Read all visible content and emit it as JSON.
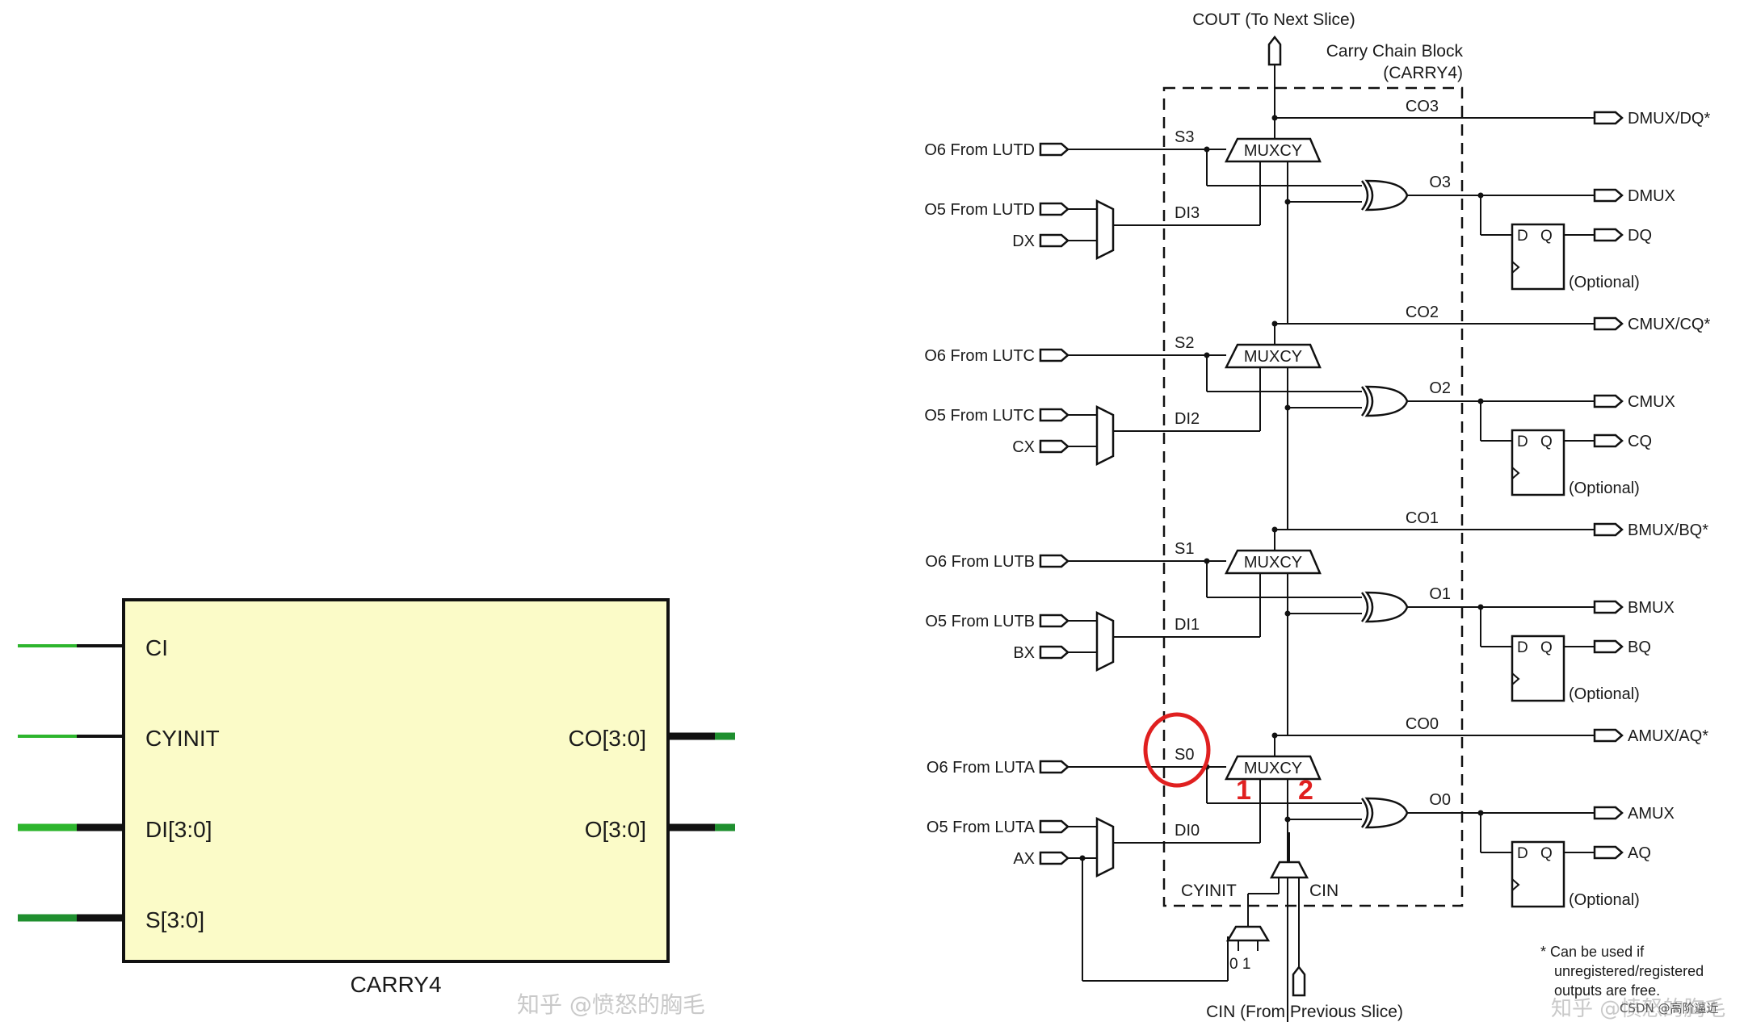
{
  "carry4_block": {
    "title": "CARRY4",
    "inputs": [
      "CI",
      "CYINIT",
      "DI[3:0]",
      "S[3:0]"
    ],
    "outputs": [
      "CO[3:0]",
      "O[3:0]"
    ],
    "fill_color": "#fbfbc8",
    "wire_color_light": "#2db52d",
    "wire_color_dark": "#1f8f2f"
  },
  "watermark_left": "知乎 @愤怒的胸毛",
  "carry_chain": {
    "cout_label": "COUT (To Next Slice)",
    "block_title_line1": "Carry Chain Block",
    "block_title_line2": "(CARRY4)",
    "cin_label": "CIN (From Previous Slice)",
    "cyinit_label": "CYINIT",
    "cin_inner_label": "CIN",
    "mux_zero_one": "0 1",
    "stages": [
      {
        "co": "CO3",
        "s": "S3",
        "di": "DI3",
        "o": "O3",
        "o6": "O6 From LUTD",
        "o5": "O5 From LUTD",
        "x": "DX",
        "mux_out": "DMUX/DQ*",
        "xor_out": "DMUX",
        "ff_out": "DQ",
        "d": "D",
        "q": "Q",
        "optional": "(Optional)",
        "muxcy": "MUXCY"
      },
      {
        "co": "CO2",
        "s": "S2",
        "di": "DI2",
        "o": "O2",
        "o6": "O6 From LUTC",
        "o5": "O5 From LUTC",
        "x": "CX",
        "mux_out": "CMUX/CQ*",
        "xor_out": "CMUX",
        "ff_out": "CQ",
        "d": "D",
        "q": "Q",
        "optional": "(Optional)",
        "muxcy": "MUXCY"
      },
      {
        "co": "CO1",
        "s": "S1",
        "di": "DI1",
        "o": "O1",
        "o6": "O6 From LUTB",
        "o5": "O5 From LUTB",
        "x": "BX",
        "mux_out": "BMUX/BQ*",
        "xor_out": "BMUX",
        "ff_out": "BQ",
        "d": "D",
        "q": "Q",
        "optional": "(Optional)",
        "muxcy": "MUXCY"
      },
      {
        "co": "CO0",
        "s": "S0",
        "di": "DI0",
        "o": "O0",
        "o6": "O6 From LUTA",
        "o5": "O5 From LUTA",
        "x": "AX",
        "mux_out": "AMUX/AQ*",
        "xor_out": "AMUX",
        "ff_out": "AQ",
        "d": "D",
        "q": "Q",
        "optional": "(Optional)",
        "muxcy": "MUXCY"
      }
    ],
    "annotation_1": "1",
    "annotation_2": "2",
    "highlight_color": "#e02020",
    "footnote": [
      "* Can be used if",
      "unregistered/registered",
      "outputs are free."
    ],
    "watermark_right": "知乎 @愤怒的胸毛",
    "watermark_csdn": "CSDN @高阶逼近"
  }
}
